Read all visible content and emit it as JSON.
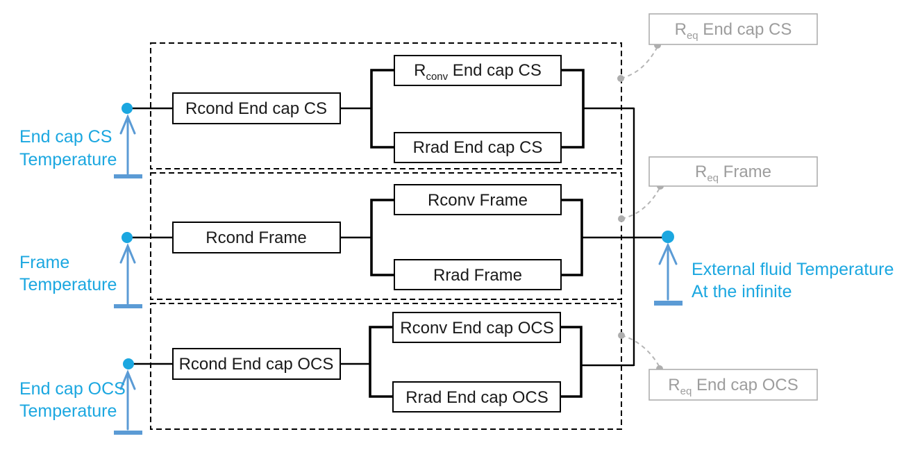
{
  "title": "Thermal resistance network diagram",
  "colors": {
    "temperature_text": "#1ba7e0",
    "arrow_blue": "#5b9bd5",
    "equivalent_gray": "#aeaeae",
    "line_black": "#000000"
  },
  "sections": [
    {
      "id": "end-cap-cs",
      "temp_label": [
        "End cap CS",
        "Temperature"
      ],
      "rcond": {
        "pre": "Rcond End cap CS",
        "sub": "",
        "post": ""
      },
      "rconv": {
        "pre": "R",
        "sub": "conv",
        "post": " End cap CS"
      },
      "rrad": {
        "pre": "Rrad End cap CS",
        "sub": "",
        "post": ""
      },
      "req": {
        "pre": "R",
        "sub": "eq",
        "post": " End cap CS"
      }
    },
    {
      "id": "frame",
      "temp_label": [
        "Frame",
        "Temperature"
      ],
      "rcond": {
        "pre": "Rcond Frame",
        "sub": "",
        "post": ""
      },
      "rconv": {
        "pre": "Rconv Frame",
        "sub": "",
        "post": ""
      },
      "rrad": {
        "pre": "Rrad Frame",
        "sub": "",
        "post": ""
      },
      "req": {
        "pre": "R",
        "sub": "eq",
        "post": " Frame"
      }
    },
    {
      "id": "end-cap-ocs",
      "temp_label": [
        "End cap OCS",
        "Temperature"
      ],
      "rcond": {
        "pre": "Rcond End cap OCS",
        "sub": "",
        "post": ""
      },
      "rconv": {
        "pre": "Rconv End cap OCS",
        "sub": "",
        "post": ""
      },
      "rrad": {
        "pre": "Rrad End cap OCS",
        "sub": "",
        "post": ""
      },
      "req": {
        "pre": "R",
        "sub": "eq",
        "post": " End cap OCS"
      }
    }
  ],
  "external_label": [
    "External fluid Temperature",
    "At the infinite"
  ]
}
